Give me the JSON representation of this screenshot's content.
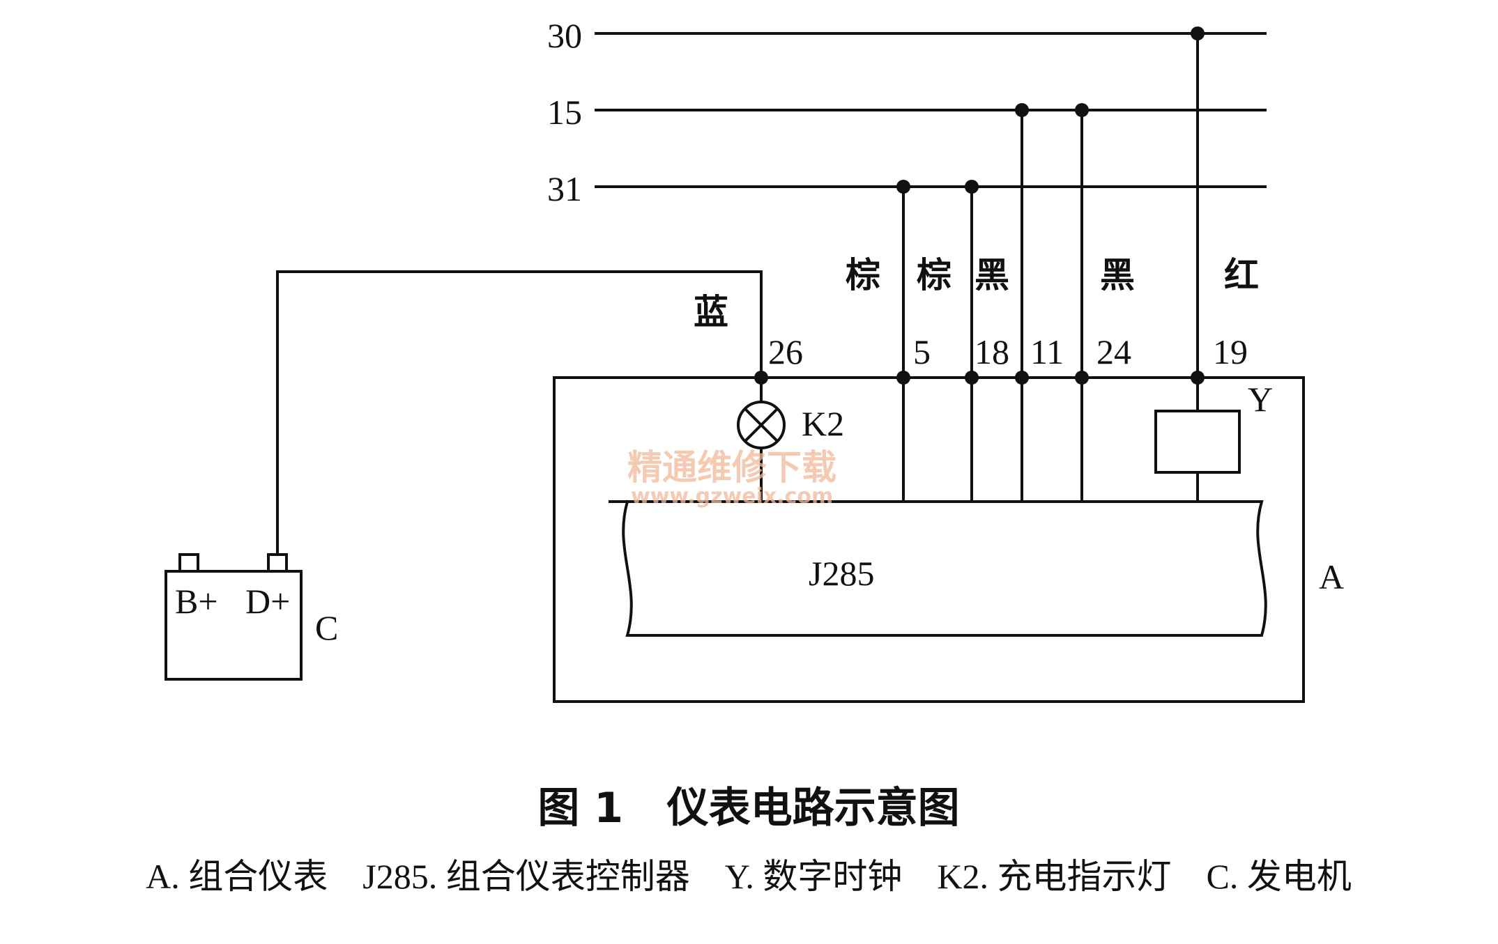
{
  "rails": [
    {
      "id": "30",
      "label": "30"
    },
    {
      "id": "15",
      "label": "15"
    },
    {
      "id": "31",
      "label": "31"
    }
  ],
  "wire_colors": {
    "blue": "蓝",
    "brown_1": "棕",
    "brown_2": "棕",
    "black_1": "黑",
    "black_2": "黑",
    "red": "红"
  },
  "pins": {
    "p26": "26",
    "p5": "5",
    "p18": "18",
    "p11": "11",
    "p24": "24",
    "p19": "19"
  },
  "components": {
    "generator": {
      "label": "C",
      "terminal_b": "B+",
      "terminal_d": "D+"
    },
    "cluster": {
      "label": "A"
    },
    "controller": {
      "label": "J285"
    },
    "clock": {
      "label": "Y"
    },
    "lamp": {
      "label": "K2"
    }
  },
  "watermark": {
    "title": "精通维修下载",
    "url": "www.gzweix.com"
  },
  "caption": {
    "title": "图 1   仪表电路示意图",
    "legend": "A. 组合仪表    J285. 组合仪表控制器    Y. 数字时钟    K2. 充电指示灯    C. 发电机"
  }
}
